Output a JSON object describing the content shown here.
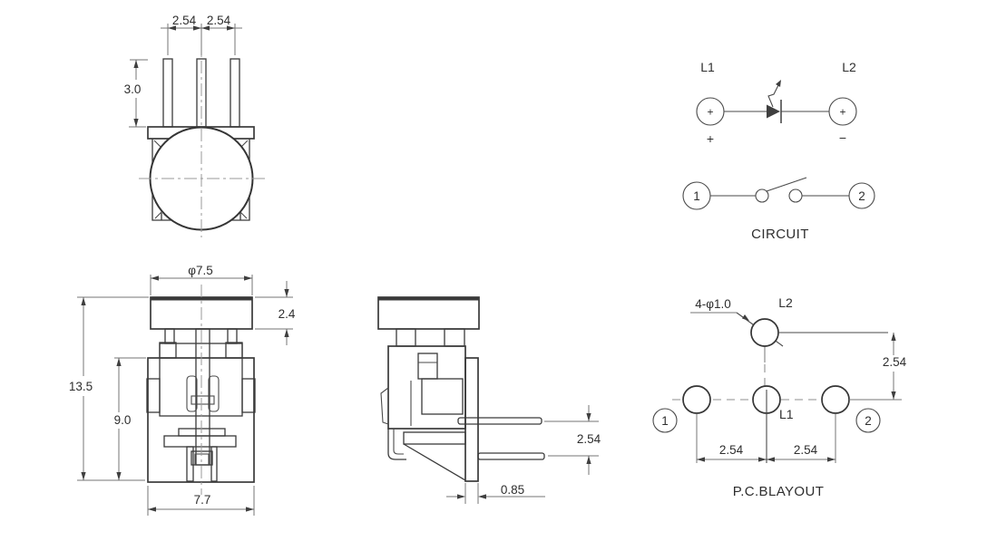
{
  "drawing": {
    "top_view": {
      "dim_pitch_left": "2.54",
      "dim_pitch_right": "2.54",
      "dim_pin_length": "3.0"
    },
    "front_view": {
      "dim_cap_diameter": "φ7.5",
      "dim_cap_height": "2.4",
      "dim_total_height": "13.5",
      "dim_body_height": "9.0",
      "dim_body_width": "7.7"
    },
    "side_view": {
      "dim_pin_spacing": "2.54",
      "dim_plate_thickness": "0.85"
    },
    "circuit": {
      "title": "CIRCUIT",
      "led_left_label": "L1",
      "led_right_label": "L2",
      "led_left_terminal": "+",
      "led_right_terminal": "+",
      "polarity_positive": "+",
      "polarity_negative": "−",
      "switch_left_label": "1",
      "switch_right_label": "2"
    },
    "pcb": {
      "title": "P.C.BLAYOUT",
      "hole_callout": "4-φ1.0",
      "label_l2": "L2",
      "label_l1": "L1",
      "label_pin1": "1",
      "label_pin2": "2",
      "dim_vertical": "2.54",
      "dim_left": "2.54",
      "dim_right": "2.54"
    }
  },
  "colors": {
    "line": "#3a3a3a",
    "dim_line": "#757575",
    "text": "#2e2e2e",
    "background": "#ffffff"
  }
}
